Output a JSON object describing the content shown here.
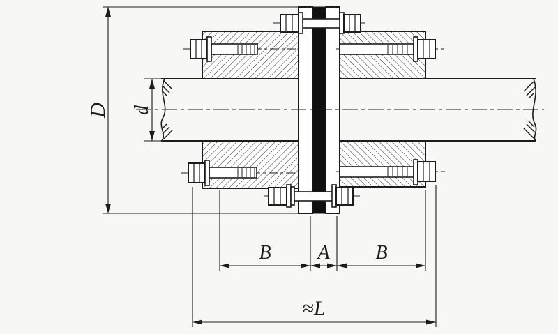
{
  "drawing": {
    "background": "#f7f7f5",
    "line_color": "#1c1c1c",
    "disc_pack_color": "#101010",
    "labels": {
      "diameter_outer": "D",
      "diameter_shaft": "d",
      "length_left": "B",
      "length_center": "A",
      "length_right": "B",
      "length_overall": "≈L"
    }
  }
}
